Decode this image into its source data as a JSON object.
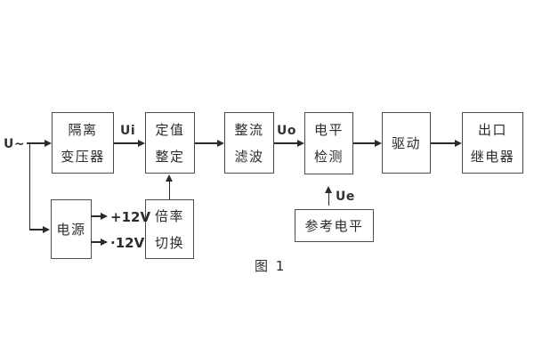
{
  "diagram": {
    "input_label": "U~",
    "caption": "图 1",
    "labels": {
      "ui": "Ui",
      "uo": "Uo",
      "ue": "Ue",
      "rail_positive": "+12V",
      "rail_negative": "·12V"
    },
    "blocks": {
      "isolation_transformer": [
        "隔离",
        "变压器"
      ],
      "value_setting": [
        "定值",
        "整定"
      ],
      "rectifier_filter": [
        "整流",
        "滤波"
      ],
      "level_detection": [
        "电平",
        "检测"
      ],
      "driver": [
        "驱动"
      ],
      "output_relay": [
        "出口",
        "继电器"
      ],
      "power_supply": [
        "电源"
      ],
      "ratio_switch": [
        "倍率",
        "切换"
      ],
      "reference_level": [
        "参考电平"
      ]
    },
    "colors": {
      "background": "#ffffff",
      "box_border": "#4d4d4d",
      "line": "#2a2a2a",
      "text": "#2b2b2b"
    }
  }
}
